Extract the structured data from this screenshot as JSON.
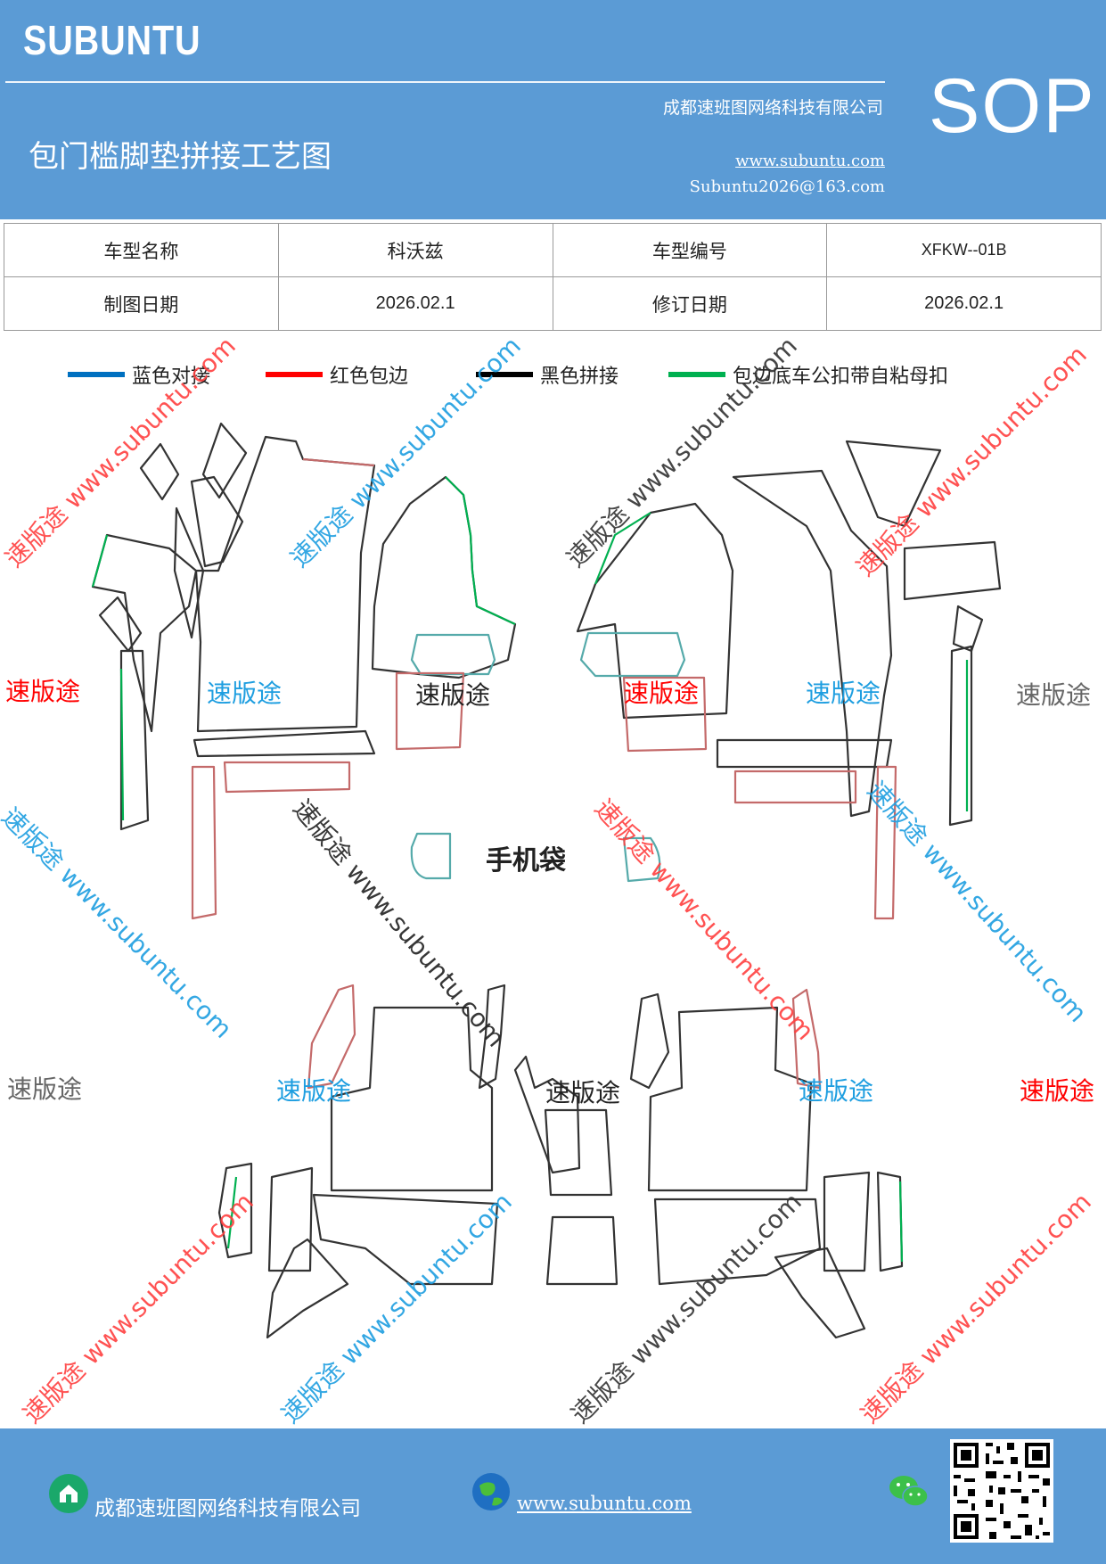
{
  "header": {
    "brand": "SUBUNTU",
    "company": "成都速班图网络科技有限公司",
    "title": "包门槛脚垫拼接工艺图",
    "website": "www.subuntu.com",
    "email": "Subuntu2026@163.com",
    "badge": "SOP"
  },
  "info_table": {
    "model_name_label": "车型名称",
    "model_name_value": "科沃兹",
    "model_code_label": "车型编号",
    "model_code_value": "XFKW--01B",
    "drawing_date_label": "制图日期",
    "drawing_date_value": "2026.02.1",
    "revision_date_label": "修订日期",
    "revision_date_value": "2026.02.1"
  },
  "legend": [
    {
      "label": "蓝色对接",
      "color": "#0070c0"
    },
    {
      "label": "红色包边",
      "color": "#ff0000"
    },
    {
      "label": "黑色拼接",
      "color": "#000000"
    },
    {
      "label": "包边底车公扣带自粘母扣",
      "color": "#00b050"
    }
  ],
  "drawing": {
    "phone_bag_label": "手机袋"
  },
  "watermark": {
    "brand": "速版途",
    "url": "www.subuntu.com",
    "combo": "速版途 www.subuntu.com",
    "colors": {
      "red": "#ff0000",
      "blue": "#1e9ee0",
      "black": "#222222",
      "gray": "#666666"
    }
  },
  "footer": {
    "company": "成都速班图网络科技有限公司",
    "website": "www.subuntu.com"
  },
  "icons": [
    "building-icon",
    "globe-icon",
    "wechat-icon",
    "qr-code"
  ]
}
